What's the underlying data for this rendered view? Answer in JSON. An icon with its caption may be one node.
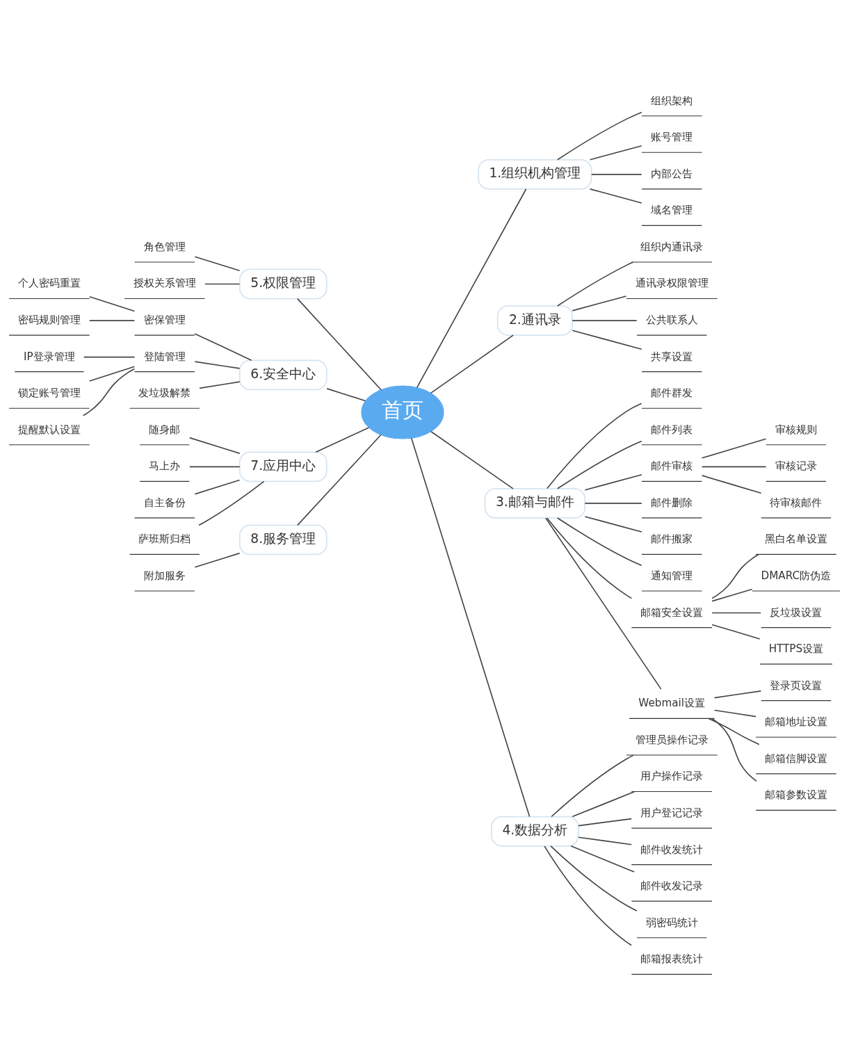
{
  "diagram": {
    "nodes": [
      {
        "text": [
          "首页"
        ]
      },
      {
        "text": [
          "1.组织机构管理"
        ]
      },
      {
        "text": [
          "组织架构"
        ]
      },
      {
        "text": [
          "账号管理"
        ]
      },
      {
        "text": [
          "内部公告"
        ]
      },
      {
        "text": [
          "域名管理"
        ]
      },
      {
        "text": [
          "2.通讯录"
        ]
      },
      {
        "text": [
          "组织内通讯录"
        ]
      },
      {
        "text": [
          "通讯录权限管理"
        ]
      },
      {
        "text": [
          "公共联系人"
        ]
      },
      {
        "text": [
          "共享设置"
        ]
      },
      {
        "text": [
          "3.邮箱与邮件"
        ]
      },
      {
        "text": [
          "邮件群发"
        ]
      },
      {
        "text": [
          "邮件列表"
        ]
      },
      {
        "text": [
          "邮件审核"
        ]
      },
      {
        "text": [
          "审核规则"
        ]
      },
      {
        "text": [
          "审核记录"
        ]
      },
      {
        "text": [
          "待审核邮件"
        ]
      },
      {
        "text": [
          "邮件删除"
        ]
      },
      {
        "text": [
          "邮件搬家"
        ]
      },
      {
        "text": [
          "通知管理"
        ]
      },
      {
        "text": [
          "邮箱安全设置"
        ]
      },
      {
        "text": [
          "黑白名单设置"
        ]
      },
      {
        "text": [
          "DMARC防伪造"
        ]
      },
      {
        "text": [
          "反垃圾设置"
        ]
      },
      {
        "text": [
          "HTTPS设置"
        ]
      },
      {
        "text": [
          "Webmail设置"
        ]
      },
      {
        "text": [
          "登录页设置"
        ]
      },
      {
        "text": [
          "邮箱地址设置"
        ]
      },
      {
        "text": [
          "邮箱信脚设置"
        ]
      },
      {
        "text": [
          "邮箱参数设置"
        ]
      },
      {
        "text": [
          "4.数据分析"
        ]
      },
      {
        "text": [
          "管理员操作记录"
        ]
      },
      {
        "text": [
          "用户操作记录"
        ]
      },
      {
        "text": [
          "用户登记记录"
        ]
      },
      {
        "text": [
          "邮件收发统计"
        ]
      },
      {
        "text": [
          "邮件收发记录"
        ]
      },
      {
        "text": [
          "弱密码统计"
        ]
      },
      {
        "text": [
          "邮箱报表统计"
        ]
      },
      {
        "text": [
          "5.权限管理"
        ]
      },
      {
        "text": [
          "角色管理"
        ]
      },
      {
        "text": [
          "授权关系管理"
        ]
      },
      {
        "text": [
          "6.安全中心"
        ]
      },
      {
        "text": [
          "密保管理"
        ]
      },
      {
        "text": [
          "个人密码重置"
        ]
      },
      {
        "text": [
          "密码规则管理"
        ]
      },
      {
        "text": [
          "登陆管理"
        ]
      },
      {
        "text": [
          "IP登录管理"
        ]
      },
      {
        "text": [
          "锁定账号管理"
        ]
      },
      {
        "text": [
          "提醒默认设置"
        ]
      },
      {
        "text": [
          "发垃圾解禁"
        ]
      },
      {
        "text": [
          "7.应用中心"
        ]
      },
      {
        "text": [
          "随身邮"
        ]
      },
      {
        "text": [
          "马上办"
        ]
      },
      {
        "text": [
          "自主备份"
        ]
      },
      {
        "text": [
          "萨班斯归档"
        ]
      },
      {
        "text": [
          "8.服务管理"
        ]
      },
      {
        "text": [
          "附加服务"
        ]
      }
    ],
    "edges": [
      {
        "from": 0,
        "to": 1,
        "arrow": "none"
      },
      {
        "from": 1,
        "to": 2,
        "arrow": "none"
      },
      {
        "from": 1,
        "to": 3,
        "arrow": "none"
      },
      {
        "from": 1,
        "to": 4,
        "arrow": "none"
      },
      {
        "from": 1,
        "to": 5,
        "arrow": "none"
      },
      {
        "from": 0,
        "to": 6,
        "arrow": "none"
      },
      {
        "from": 6,
        "to": 7,
        "arrow": "none"
      },
      {
        "from": 6,
        "to": 8,
        "arrow": "none"
      },
      {
        "from": 6,
        "to": 9,
        "arrow": "none"
      },
      {
        "from": 6,
        "to": 10,
        "arrow": "none"
      },
      {
        "from": 0,
        "to": 11,
        "arrow": "none"
      },
      {
        "from": 11,
        "to": 12,
        "arrow": "none"
      },
      {
        "from": 11,
        "to": 13,
        "arrow": "none"
      },
      {
        "from": 11,
        "to": 14,
        "arrow": "none"
      },
      {
        "from": 14,
        "to": 15,
        "arrow": "none"
      },
      {
        "from": 14,
        "to": 16,
        "arrow": "none"
      },
      {
        "from": 14,
        "to": 17,
        "arrow": "none"
      },
      {
        "from": 11,
        "to": 18,
        "arrow": "none"
      },
      {
        "from": 11,
        "to": 19,
        "arrow": "none"
      },
      {
        "from": 11,
        "to": 20,
        "arrow": "none"
      },
      {
        "from": 11,
        "to": 21,
        "arrow": "none"
      },
      {
        "from": 21,
        "to": 22,
        "arrow": "none"
      },
      {
        "from": 21,
        "to": 23,
        "arrow": "none"
      },
      {
        "from": 21,
        "to": 24,
        "arrow": "none"
      },
      {
        "from": 21,
        "to": 25,
        "arrow": "none"
      },
      {
        "from": 11,
        "to": 26,
        "arrow": "none"
      },
      {
        "from": 26,
        "to": 27,
        "arrow": "none"
      },
      {
        "from": 26,
        "to": 28,
        "arrow": "none"
      },
      {
        "from": 26,
        "to": 29,
        "arrow": "none"
      },
      {
        "from": 26,
        "to": 30,
        "arrow": "none"
      },
      {
        "from": 0,
        "to": 31,
        "arrow": "none"
      },
      {
        "from": 31,
        "to": 32,
        "arrow": "none"
      },
      {
        "from": 31,
        "to": 33,
        "arrow": "none"
      },
      {
        "from": 31,
        "to": 34,
        "arrow": "none"
      },
      {
        "from": 31,
        "to": 35,
        "arrow": "none"
      },
      {
        "from": 31,
        "to": 36,
        "arrow": "none"
      },
      {
        "from": 31,
        "to": 37,
        "arrow": "none"
      },
      {
        "from": 31,
        "to": 38,
        "arrow": "none"
      },
      {
        "from": 0,
        "to": 39,
        "arrow": "none"
      },
      {
        "from": 39,
        "to": 40,
        "arrow": "none"
      },
      {
        "from": 39,
        "to": 41,
        "arrow": "none"
      },
      {
        "from": 0,
        "to": 42,
        "arrow": "none"
      },
      {
        "from": 42,
        "to": 43,
        "arrow": "none"
      },
      {
        "from": 43,
        "to": 44,
        "arrow": "none"
      },
      {
        "from": 43,
        "to": 45,
        "arrow": "none"
      },
      {
        "from": 42,
        "to": 46,
        "arrow": "none"
      },
      {
        "from": 46,
        "to": 47,
        "arrow": "none"
      },
      {
        "from": 46,
        "to": 48,
        "arrow": "none"
      },
      {
        "from": 46,
        "to": 49,
        "arrow": "none"
      },
      {
        "from": 42,
        "to": 50,
        "arrow": "none"
      },
      {
        "from": 0,
        "to": 51,
        "arrow": "none"
      },
      {
        "from": 51,
        "to": 52,
        "arrow": "none"
      },
      {
        "from": 51,
        "to": 53,
        "arrow": "none"
      },
      {
        "from": 51,
        "to": 54,
        "arrow": "none"
      },
      {
        "from": 51,
        "to": 55,
        "arrow": "none"
      },
      {
        "from": 0,
        "to": 56,
        "arrow": "none"
      },
      {
        "from": 56,
        "to": 57,
        "arrow": "none"
      }
    ]
  }
}
